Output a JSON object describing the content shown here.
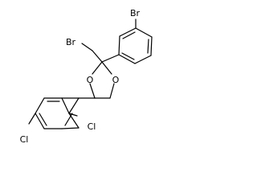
{
  "structure": {
    "atoms": {
      "br_methyl": "Br",
      "br_phenyl": "Br",
      "o_ring_left": "O",
      "o_ring_right": "O",
      "cl_top": "Cl",
      "cl_bottom": "Cl"
    }
  },
  "colors": {
    "bond": "#000000",
    "text": "#000000",
    "background": "#ffffff"
  }
}
